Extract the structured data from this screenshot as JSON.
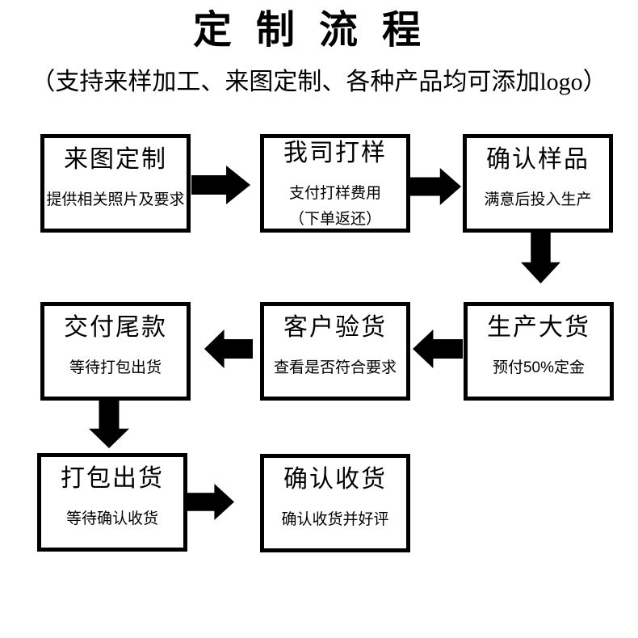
{
  "page": {
    "title": "定制流程",
    "subtitle": "（支持来样加工、来图定制、各种产品均可添加logo）",
    "colors": {
      "ink": "#000000",
      "background": "#ffffff"
    }
  },
  "flow": {
    "boxes": [
      {
        "title": "来图定制",
        "desc": "提供相关照片及要求"
      },
      {
        "title": "我司打样",
        "desc": "支付打样费用",
        "note": "（下单返还）"
      },
      {
        "title": "确认样品",
        "desc": "满意后投入生产"
      },
      {
        "title": "生产大货",
        "desc": "预付50%定金"
      },
      {
        "title": "客户验货",
        "desc": "查看是否符合要求"
      },
      {
        "title": "交付尾款",
        "desc": "等待打包出货"
      },
      {
        "title": "打包出货",
        "desc": "等待确认收货"
      },
      {
        "title": "确认收货",
        "desc": "确认收货并好评"
      }
    ]
  }
}
